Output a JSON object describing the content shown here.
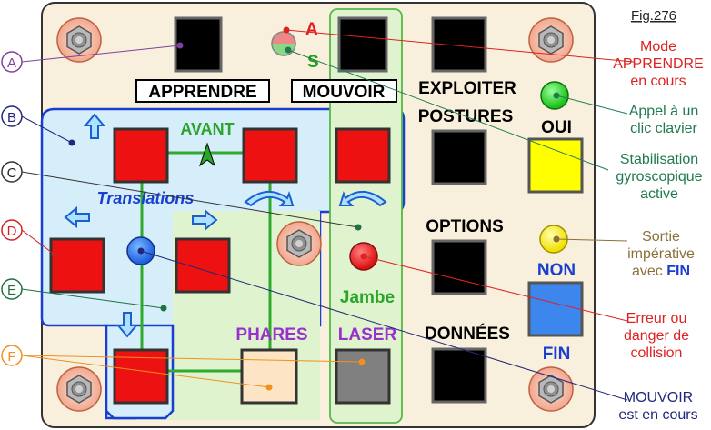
{
  "figure": {
    "label": "Fig.276"
  },
  "panel": {
    "buttons": {
      "apprendre": "APPRENDRE",
      "mouvoir": "MOUVOIR",
      "exploiter": "EXPLOITER",
      "postures": "POSTURES",
      "options": "OPTIONS",
      "donnees": "DONNÉES",
      "oui": "OUI",
      "non": "NON",
      "fin": "FIN",
      "phares": "PHARES",
      "laser": "LASER",
      "avant": "AVANT",
      "translations": "Translations",
      "jambe": "Jambe"
    },
    "indicator_letters": {
      "a": "A",
      "s": "S"
    }
  },
  "callouts": {
    "left": [
      "A",
      "B",
      "C",
      "D",
      "E",
      "F"
    ],
    "right": {
      "mode": [
        "Mode",
        "APPRENDRE",
        "en cours"
      ],
      "appel": [
        "Appel à un",
        "clic clavier"
      ],
      "stab": [
        "Stabilisation",
        "gyroscopique",
        "active"
      ],
      "sortie": [
        "Sortie",
        "impérative",
        "avec ",
        "FIN"
      ],
      "erreur": [
        "Erreur ou",
        "danger de",
        "collision"
      ],
      "mouvoir": [
        "MOUVOIR",
        "est en cours"
      ]
    }
  },
  "colors": {
    "panel_bg": "#f8f0dc",
    "blue_zone": "#d6eefa",
    "blue_border": "#1a3fd0",
    "green_zone": "#e0f3cf",
    "green_border": "#55b845",
    "red_button": "#ee1111",
    "yellow_button": "#ffff00",
    "blue_button": "#3c86ee",
    "a_purple": "#8040a0",
    "b_navy": "#202878",
    "d_red": "#d02020",
    "e_green": "#207040",
    "f_orange": "#f09020",
    "mode_red": "#dd2222",
    "stab_green": "#207a50",
    "sortie_olive": "#8a7038"
  }
}
